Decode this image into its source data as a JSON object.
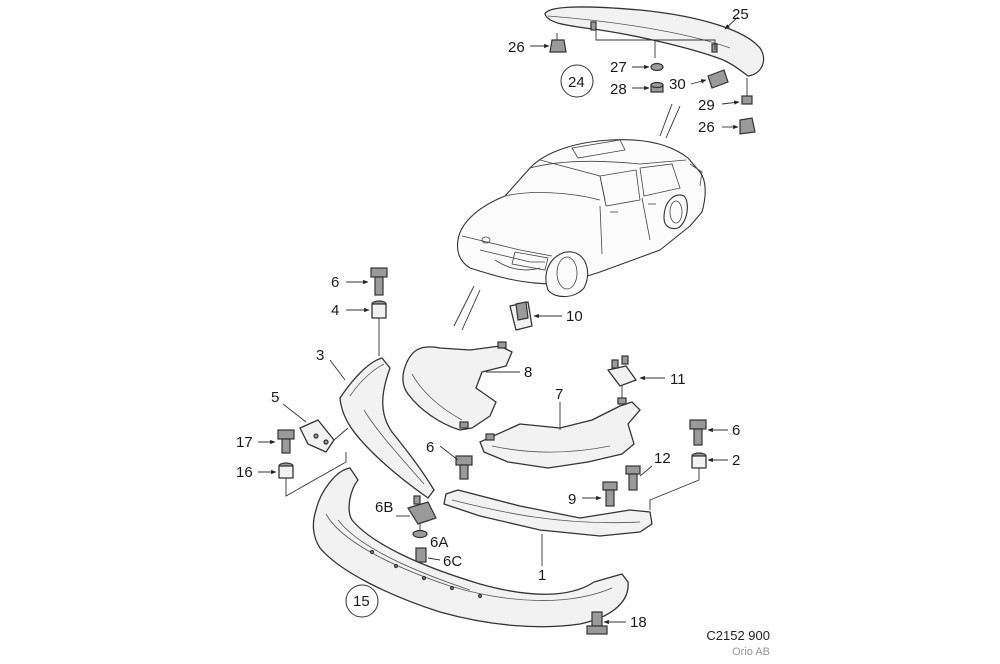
{
  "diagram": {
    "footer_code": "C2152 900",
    "footer_brand": "Orio AB",
    "callouts": {
      "c1": "1",
      "c2": "2",
      "c3": "3",
      "c4": "4",
      "c5": "5",
      "c6a_top": "6",
      "c6b_mid": "6",
      "c6c_right": "6",
      "c6B": "6B",
      "c6A": "6A",
      "c6C": "6C",
      "c7": "7",
      "c8": "8",
      "c9": "9",
      "c10": "10",
      "c11": "11",
      "c12": "12",
      "c15": "15",
      "c16": "16",
      "c17": "17",
      "c18": "18",
      "c24": "24",
      "c25": "25",
      "c26a": "26",
      "c26b": "26",
      "c27": "27",
      "c28": "28",
      "c29": "29",
      "c30": "30"
    }
  }
}
